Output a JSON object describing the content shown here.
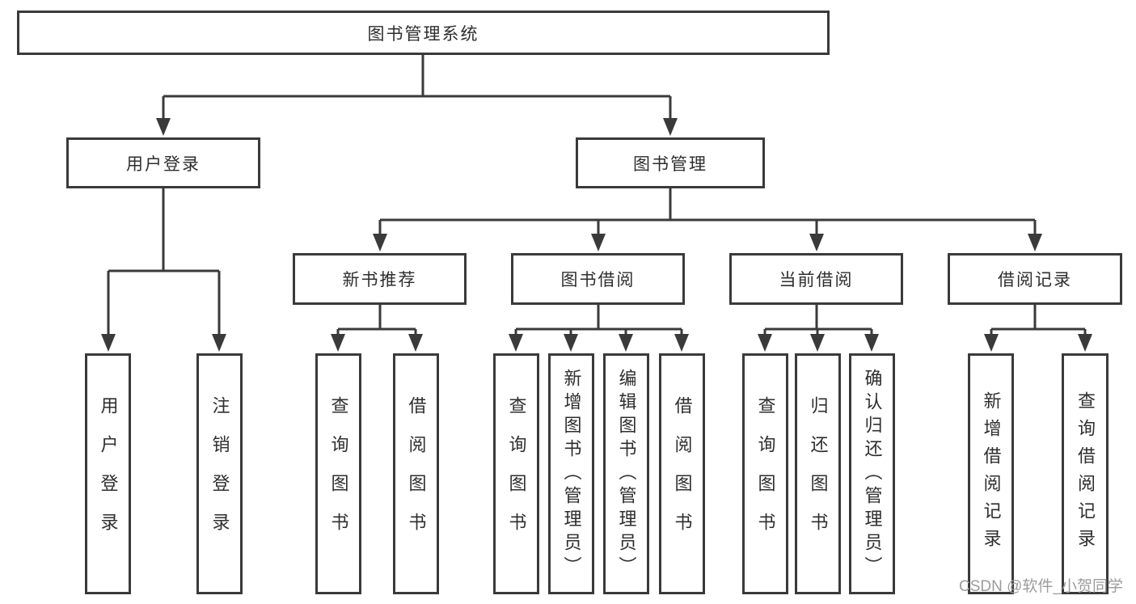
{
  "tree": {
    "label": "图书管理系统",
    "children": [
      {
        "label": "用户登录",
        "children": [
          {
            "label": "用户登录"
          },
          {
            "label": "注销登录"
          }
        ]
      },
      {
        "label": "图书管理",
        "children": [
          {
            "label": "新书推荐",
            "children": [
              {
                "label": "查询图书"
              },
              {
                "label": "借阅图书"
              }
            ]
          },
          {
            "label": "图书借阅",
            "children": [
              {
                "label": "查询图书"
              },
              {
                "label": "新增图书（管理员）"
              },
              {
                "label": "编辑图书（管理员）"
              },
              {
                "label": "借阅图书"
              }
            ]
          },
          {
            "label": "当前借阅",
            "children": [
              {
                "label": "查询图书"
              },
              {
                "label": "归还图书"
              },
              {
                "label": "确认归还（管理员）"
              }
            ]
          },
          {
            "label": "借阅记录",
            "children": [
              {
                "label": "新增借阅记录"
              },
              {
                "label": "查询借阅记录"
              }
            ]
          }
        ]
      }
    ]
  },
  "watermark": {
    "text": "CSDN @软件_小贺同学"
  },
  "colors": {
    "line": "#3a3a3a",
    "text": "#2e2e2e",
    "watermark": "#9c9c9c",
    "background": "#ffffff"
  }
}
